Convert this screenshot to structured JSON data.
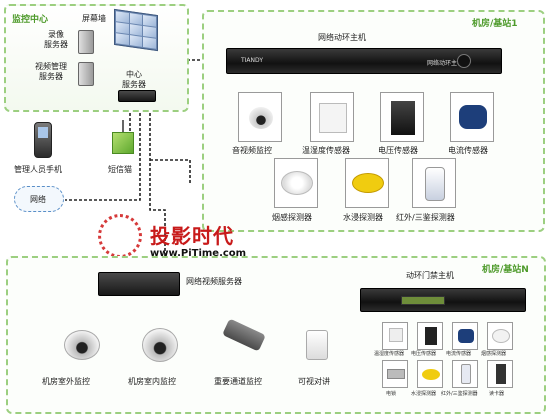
{
  "monitor_center": {
    "title": "监控中心",
    "screen_wall_label": "屏幕墙",
    "recording_server_label": "录像\n服务器",
    "video_mgmt_server_label": "视频管理\n服务器",
    "central_server_label": "中心\n服务器"
  },
  "mobile": {
    "phone_label": "管理人员手机",
    "sms_cat_label": "短信猫"
  },
  "network_label": "网络",
  "room1": {
    "title": "机房/基站1",
    "host_label": "网络动环主机",
    "host_face_text": "网络动环主机",
    "brand_text": "TIANDY",
    "sensors": [
      {
        "label": "音视频监控",
        "icon": "dome-camera-icon"
      },
      {
        "label": "温湿度传感器",
        "icon": "thermo-hygro-sensor-icon"
      },
      {
        "label": "电压传感器",
        "icon": "voltage-sensor-icon"
      },
      {
        "label": "电流传感器",
        "icon": "current-sensor-icon"
      },
      {
        "label": "烟感探测器",
        "icon": "smoke-detector-icon"
      },
      {
        "label": "水浸探测器",
        "icon": "water-detector-icon"
      },
      {
        "label": "红外/三鉴探测器",
        "icon": "infrared-detector-icon"
      }
    ]
  },
  "watermark": {
    "cn": "投影时代",
    "url": "www.PjTime.com"
  },
  "roomN": {
    "title": "机房/基站N",
    "video_server_label": "网络视频服务器",
    "door_host_label": "动环门禁主机",
    "cameras": [
      {
        "label": "机房室外监控",
        "icon": "outdoor-dome-camera-icon"
      },
      {
        "label": "机房室内监控",
        "icon": "indoor-dome-camera-icon"
      },
      {
        "label": "重要通道监控",
        "icon": "bullet-camera-icon"
      },
      {
        "label": "可视对讲",
        "icon": "intercom-icon"
      }
    ],
    "small_sensors_top": [
      {
        "label": "温湿度传感器"
      },
      {
        "label": "电压传感器"
      },
      {
        "label": "电流传感器"
      },
      {
        "label": "烟感探测器"
      }
    ],
    "small_sensors_bottom": [
      {
        "label": "电锁"
      },
      {
        "label": "水浸探测器"
      },
      {
        "label": "红外/三鉴探测器"
      },
      {
        "label": "读卡器"
      }
    ]
  },
  "colors": {
    "panel_border": "#9ccf80",
    "title_green": "#4d9a2a",
    "watermark_red": "#c81a1a"
  }
}
